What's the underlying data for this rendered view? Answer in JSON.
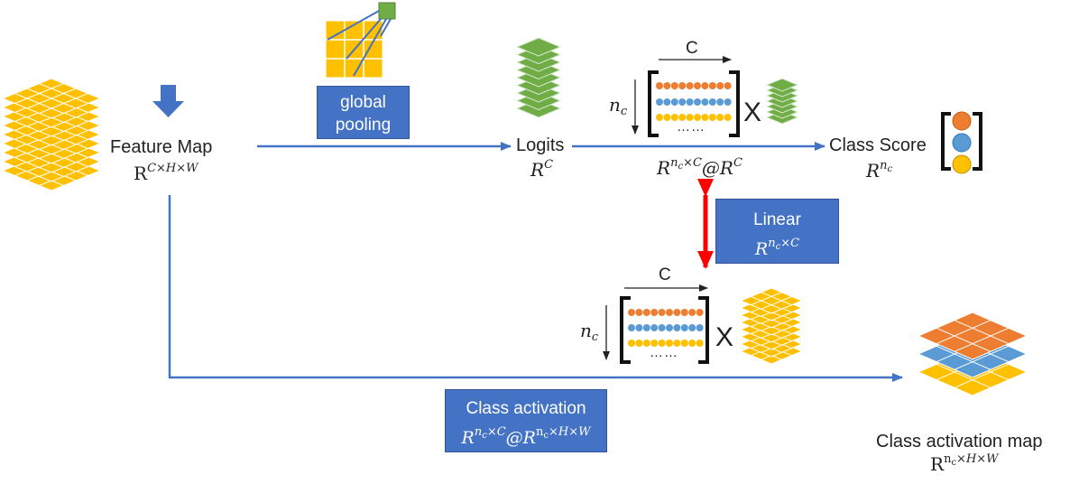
{
  "feature_map": {
    "label": "Feature Map",
    "shape_base": "R",
    "shape_sup": "C×H×W"
  },
  "pooling_box": {
    "line1": "global",
    "line2": "pooling"
  },
  "logits": {
    "label": "Logits",
    "shape_base": "R",
    "shape_sup": "C"
  },
  "top_matrix": {
    "col_label": "C",
    "row_label_base": "n",
    "row_label_sub": "c",
    "ellipsis": "……",
    "op": "X",
    "formula": {
      "a": "R",
      "a_sup_n": "n",
      "a_sup_sub": "c",
      "a_sup_rest": "×C",
      "at": "@",
      "b": "R",
      "b_sup": "C"
    }
  },
  "class_score": {
    "label": "Class Score",
    "shape_base": "R",
    "shape_sup_n": "n",
    "shape_sup_sub": "c"
  },
  "linear_box": {
    "title": "Linear",
    "base": "R",
    "sup_n": "n",
    "sup_sub": "c",
    "sup_rest": "×C"
  },
  "bottom_matrix": {
    "col_label": "C",
    "row_label_base": "n",
    "row_label_sub": "c",
    "ellipsis": "……",
    "op": "X"
  },
  "class_activation_box": {
    "title": "Class activation",
    "a": "R",
    "a_sup_n": "n",
    "a_sup_sub": "c",
    "a_sup_rest": "×C",
    "at": "@",
    "b": "R",
    "b_sup_n": "n",
    "b_sup_sub": "c",
    "b_sup_rest": "×H×W"
  },
  "class_activation_map": {
    "label": "Class activation map",
    "base": "R",
    "sup_n": "n",
    "sup_sub": "c",
    "sup_rest": "×H×W"
  },
  "colors": {
    "arrow_blue": "#4472c4",
    "box_blue": "#4472c4",
    "yellow": "#ffc000",
    "orange": "#ed7d31",
    "blue": "#5b9bd5",
    "green": "#70ad47",
    "red": "#ff0000"
  }
}
